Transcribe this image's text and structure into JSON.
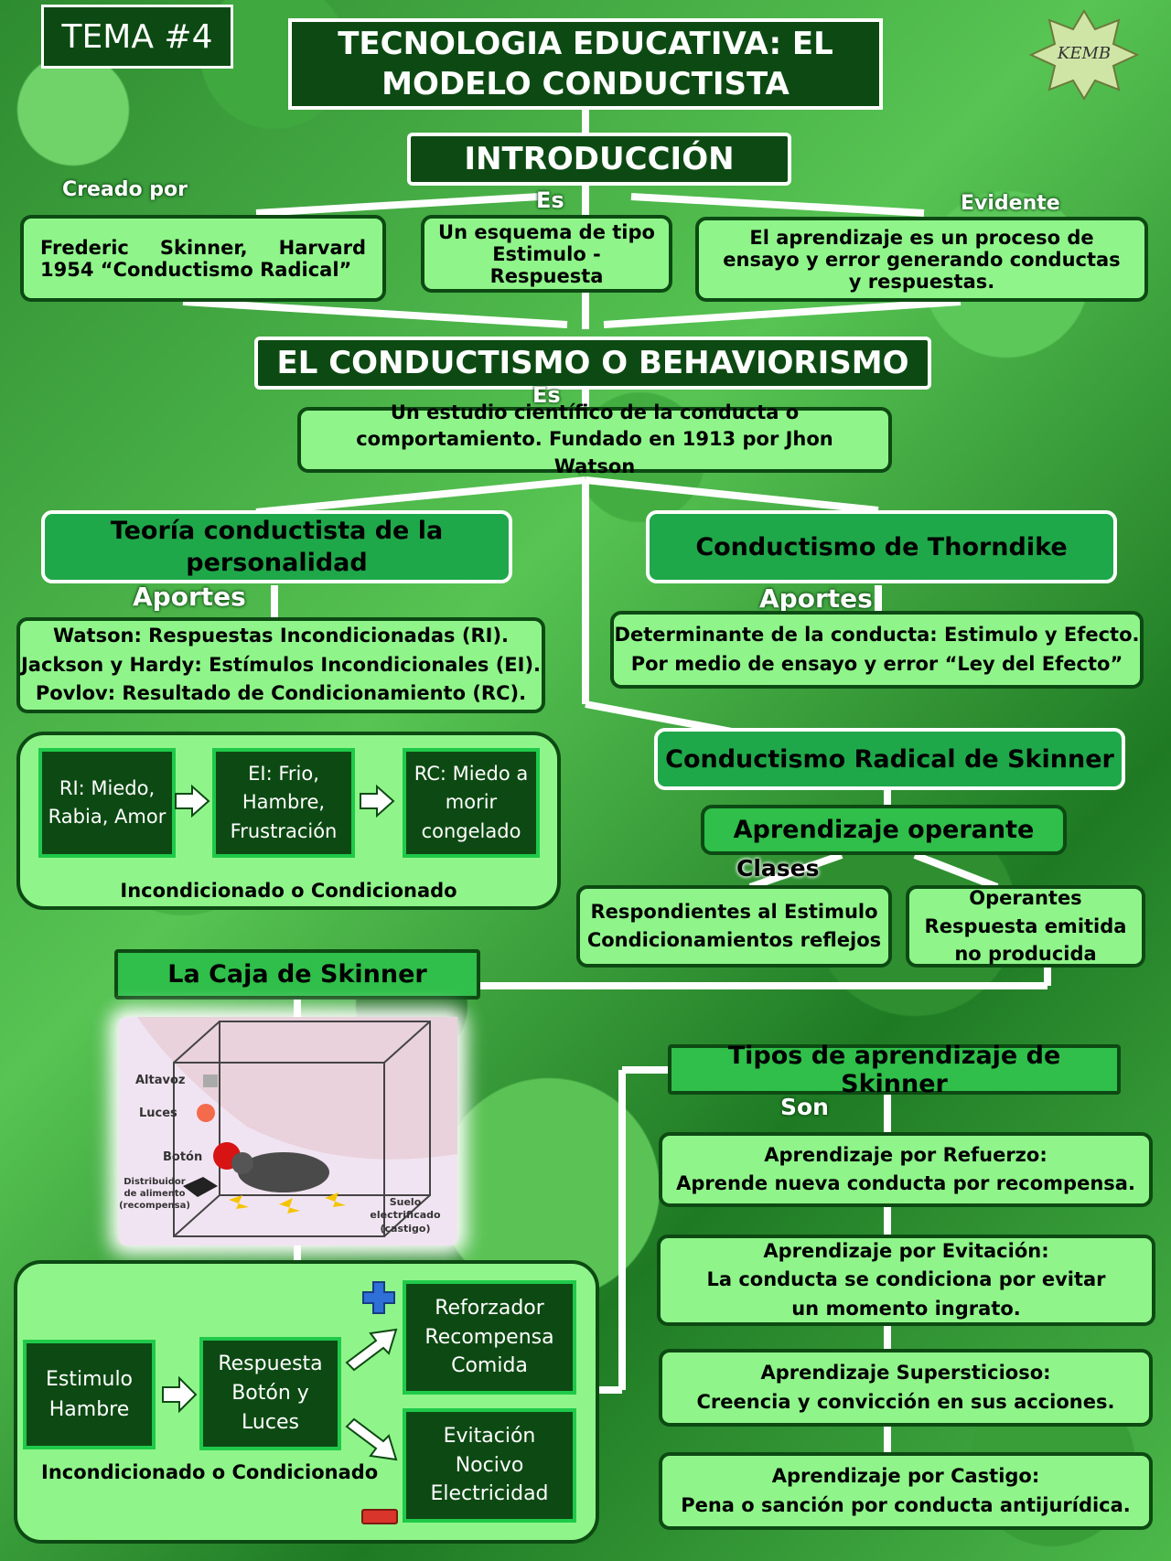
{
  "tema": "TEMA #4",
  "title": "TECNOLOGIA EDUCATIVA: EL MODELO CONDUCTISTA",
  "seal": "KEMB",
  "intro": {
    "heading": "INTRODUCCIÓN",
    "link_created": "Creado por",
    "link_es": "Es",
    "link_evident": "Evidente",
    "created_text": "Frederic Skinner, Harvard 1954 “Conductismo Radical”",
    "es_text": "Un esquema de tipo Estimulo - Respuesta",
    "evident_text": "El aprendizaje es un proceso de ensayo y error generando conductas y respuestas."
  },
  "conductismo": {
    "heading": "EL CONDUCTISMO O BEHAVIORISMO",
    "link_es": "Es",
    "definition": "Un estudio científico de la conducta o comportamiento. Fundado en 1913 por Jhon Watson"
  },
  "personalidad": {
    "heading": "Teoría conductista de la personalidad",
    "link": "Aportes",
    "aportes": [
      "Watson: Respuestas Incondicionadas (RI).",
      "Jackson y Hardy: Estímulos Incondicionales (EI).",
      "Povlov: Resultado de Condicionamiento (RC)."
    ],
    "flow": [
      "RI: Miedo, Rabia, Amor",
      "EI: Frio, Hambre, Frustración",
      "RC: Miedo a morir congelado"
    ],
    "caption": "Incondicionado o Condicionado"
  },
  "thorndike": {
    "heading": "Conductismo de Thorndike",
    "link": "Aportes",
    "aportes": [
      "Determinante de la conducta: Estimulo y Efecto.",
      "Por medio de ensayo y error “Ley del Efecto”"
    ]
  },
  "skinner": {
    "heading": "Conductismo Radical de Skinner",
    "operante": "Aprendizaje operante",
    "link_clases": "Clases",
    "respondientes": [
      "Respondientes al Estimulo",
      "Condicionamientos reflejos"
    ],
    "operantes": [
      "Operantes",
      "Respuesta emitida",
      "no producida"
    ]
  },
  "caja": {
    "heading": "La Caja de Skinner",
    "labels": [
      "Altavoz",
      "Luces",
      "Botón",
      "Distribuidor de alimento (recompensa)",
      "Suelo electrificado (castigo)"
    ],
    "flow_stimulus": "Estimulo Hambre",
    "flow_response": "Respuesta Botón y Luces",
    "flow_reinforcer": "Reforzador Recompensa Comida",
    "flow_avoid": "Evitación Nocivo Electricidad",
    "caption": "Incondicionado o Condicionado"
  },
  "tipos": {
    "heading": "Tipos de aprendizaje de Skinner",
    "link": "Son",
    "items": [
      {
        "title": "Aprendizaje por  Refuerzo:",
        "text": "Aprende nueva conducta por recompensa."
      },
      {
        "title": "Aprendizaje por Evitación:",
        "text": "La conducta se condiciona por evitar un momento ingrato."
      },
      {
        "title": "Aprendizaje Supersticioso:",
        "text": "Creencia y convicción en sus acciones."
      },
      {
        "title": "Aprendizaje por Castigo:",
        "text": "Pena o sanción por conducta antijurídica."
      }
    ]
  },
  "colors": {
    "dark": "#0d4a13",
    "mid": "#1fa84a",
    "light": "#8ff58a"
  }
}
